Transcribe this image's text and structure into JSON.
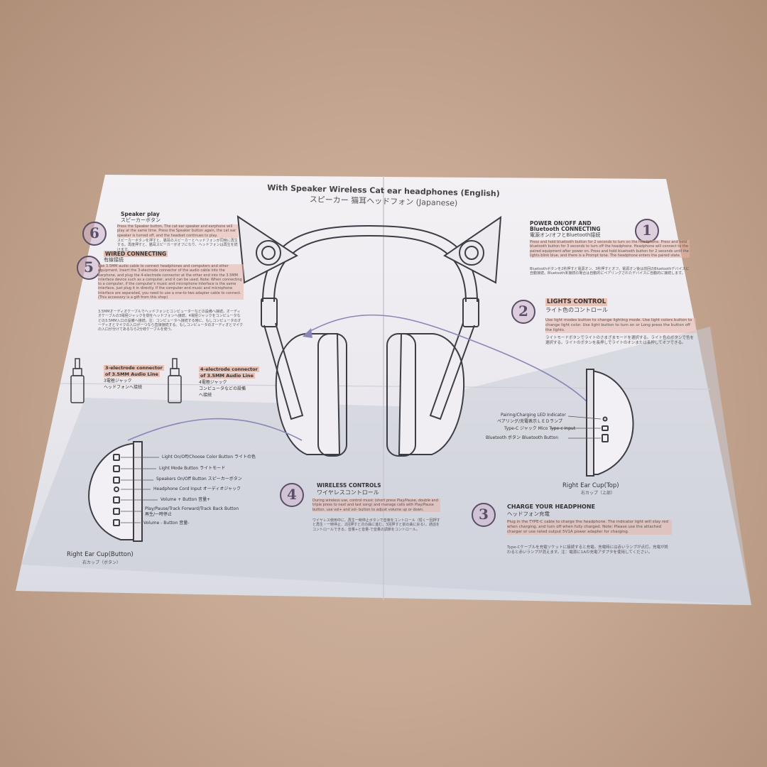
{
  "title": {
    "en": "With Speaker Wireless Cat ear headphones (English)",
    "jp": "スピーカー 猫耳ヘッドフォン (Japanese)"
  },
  "sections": {
    "power": {
      "num": "1",
      "title_en": "POWER ON/OFF AND",
      "title_en2": "Bluetooth CONNECTING",
      "title_jp": "電源オン/オフとBluetooth接続",
      "body": "Press and hold bluetooth button for 2 seconds to turn on the headphone. Press and hold bluetooth button for 3 seconds to turn off the headphone. Headphone will connect to the paired equipment after power on. Press and hold bluetooth button for 2 seconds until the lights blink blue, and there is a Prompt tone. The headphone enters the paired state.",
      "body_jp": "Bluetoothボタンを2秒押すと電源オン、3秒押すとオフ。電源オン後は前回のBluetoothデバイスに自動接続。Bluetooth未接続の場合は自動的にペアリングされたデバイスに自動的に接続します。"
    },
    "lights": {
      "num": "2",
      "title_en": "LIGHTS CONTROL",
      "title_jp": "ライト色のコントロール",
      "body": "Use light modes button to change lighting mode. Use light colors button to change light color. Use light button to turn on or Long press the button off the lights.",
      "body_jp": "ライトモードボタンでライトのさまざまモードを選択する。ライト色のボタンで色を選択する。ライトのボタンを長押しでライトのオンまたは長押してオフできる。"
    },
    "charge": {
      "num": "3",
      "title_en": "CHARGE YOUR HEADPHONE",
      "title_jp": "ヘッドフォン充電",
      "body": "Plug in the TYPE-C cable to charge the headphone. The indicator light will stay red when charging, and turn off when fully charged. Note: Please use the attached charger or use rated output 5V1A power adapter for charging.",
      "body_jp": "Type-Cケーブルを充電ソケットに接続すると充電。充電時には赤いランプが点灯。充電が終わると赤いランプが消えます。注：電源に1Aの充電アダプタを使用してください。"
    },
    "wireless": {
      "num": "4",
      "title_en": "WIRELESS CONTROLS",
      "title_jp": "ワイヤレスコントロール",
      "body": "During wireless use, control music (short press Play/Pause, double and triple press to next and last song) and manage calls with Play/Pause button. use vol+ and vol- button to adjust volume up or down.",
      "body_jp": "ワイヤレス使用中に、再生一時停止ボタンで音楽をコントロール（短く一回押すと再生・一時停止、2回押すと次の曲に進む、3回押すと前の曲に戻る）。通話をコントロールできる。音量+と音量-で音量の調節をコントロール。"
    },
    "wired": {
      "num": "5",
      "title_en": "WIRED CONNECTING",
      "title_jp": "有線接続",
      "body": "Use 3.5MM audio cable to connect headphones and computers and other equipment. Insert the 3-electrode connector of the audio cable into the earphone, and plug the 4-electrode connector at the other end into the 3.5MM interface device such as a computer, and it can be used. Note: When connecting to a computer, if the computer's music and microphone interface is the same interface, just plug it in directly. If the computer end music and microphone interface are separated, you need to use a one-to-two adapter cable to connect. (This accessory is a gift from this shop)",
      "body_jp": "3.5MMオーディオケーブルでヘッドフォンとコンピューターなどの設備へ接続。オーディオケーブルの3電極ジャックを側をヘッドフォンへ接続、4電極ジャックをコンピュータなどの3.5MM入口の設備へ接続。注：コンピュータへ接続する時に、もしコンピュータのオーディオとマイクの入口が一つなら直接接続する。もしコンピュータのオーディオとマイクの入口が分けてあるなら2分岐ケーブルを使う。"
    },
    "speaker": {
      "num": "6",
      "title_en": "Speaker play",
      "title_jp": "スピーカーボタン",
      "body": "Press the Speaker button, The cat ear speaker and earphone will play at the same time. Press the Speaker button again, the cat ear speaker is turned off, and the headset continues to play.",
      "body_jp": "スピーカーボタンを押すと、猫耳のスピーカーとヘッドフォンが同時に再生する。再度押すと、猫耳スピーカーがオフになり、ヘッドフォンは再生を続けます。"
    }
  },
  "connectors": {
    "three": {
      "en1": "3-electrode connector",
      "en2": "of 3.5MM Audio Line",
      "jp1": "3電極ジャック",
      "jp2": "ヘッドフォンへ接続"
    },
    "four": {
      "en1": "4-electrode connector",
      "en2": "of 3.5MM Audio Line",
      "jp1": "4電極ジャック",
      "jp2": "コンピュータなどの設備",
      "jp3": "へ接続"
    }
  },
  "cup_top": {
    "caption": "Right Ear Cup(Top)",
    "caption_jp": "右カップ（上部）",
    "labels": [
      {
        "en": "Pairing/Charging LED Indicator",
        "jp": "ペアリング/充電表示ＬＥＤランプ"
      },
      {
        "en": "Type-C  ジャック Mico Type-c Input",
        "jp": ""
      },
      {
        "en": "Bluetooth  ボタン  Bluetooth Button",
        "jp": ""
      }
    ]
  },
  "cup_bottom": {
    "caption": "Right Ear Cup(Button)",
    "caption_jp": "右カップ（ボタン）",
    "labels": [
      "Light On/Off/Choose Color Button  ライトの色",
      "Light Mode Button  ライトモード",
      "Speakers On/Off Button  スピーカーボタン",
      "Headphone Cord Input  オーディオジャック",
      "Volume + Button  音量+",
      "Play/Pause/Track Forward/Track Back Button",
      "再生/一時停止",
      "Volume - Button  音量-"
    ]
  },
  "colors": {
    "paper_top": "#f2f0f3",
    "paper_bottom": "#cfd2dd",
    "highlight": "#e8c0b4",
    "badge": "#5a4f66",
    "cable": "#8a86b8"
  },
  "icons": [
    "cat-ear-speaker-icon",
    "headphone-icon",
    "audio-jack-icon",
    "ear-cup-icon"
  ]
}
